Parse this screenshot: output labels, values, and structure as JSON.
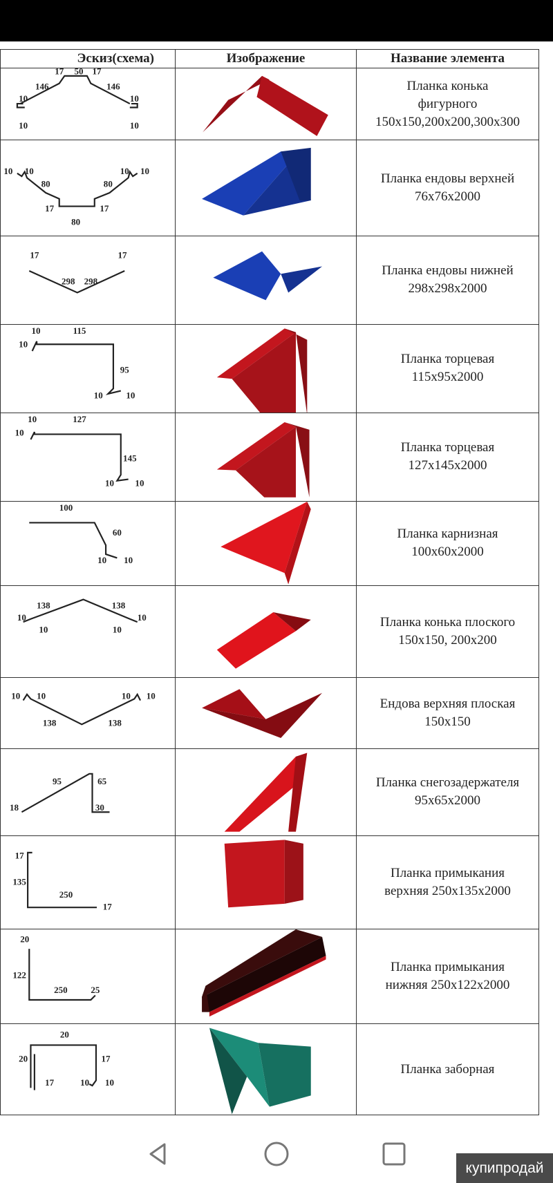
{
  "header": {
    "col1": "Эскиз(схема)",
    "col2": "Изображение",
    "col3": "Название элемента"
  },
  "colors": {
    "red": "#c3161e",
    "darkred": "#a50f17",
    "blue": "#1a3fb5",
    "green": "#1c8c78",
    "gray": "#9a9a9a",
    "brown": "#3a0c0c"
  },
  "rows": [
    {
      "name_lines": [
        "Планка конька",
        "фигурного",
        "150x150,200x200,300x300"
      ],
      "dims": [
        "17",
        "50",
        "17",
        "146",
        "146",
        "10",
        "10",
        "10",
        "10"
      ],
      "color": "#b0121b"
    },
    {
      "name_lines": [
        "Планка ендовы верхней",
        "76x76x2000"
      ],
      "dims": [
        "10",
        "10",
        "80",
        "80",
        "10",
        "10",
        "17",
        "17",
        "80"
      ],
      "color": "#1a3fb5"
    },
    {
      "name_lines": [
        "Планка ендовы нижней",
        "298x298x2000"
      ],
      "dims": [
        "17",
        "17",
        "298",
        "298"
      ],
      "color": "#1a3fb5"
    },
    {
      "name_lines": [
        "Планка торцевая",
        "115x95x2000"
      ],
      "dims": [
        "10",
        "115",
        "10",
        "95",
        "10",
        "10"
      ],
      "color": "#c3161e"
    },
    {
      "name_lines": [
        "Планка торцевая",
        "127x145x2000"
      ],
      "dims": [
        "10",
        "127",
        "10",
        "145",
        "10",
        "10"
      ],
      "color": "#c3161e"
    },
    {
      "name_lines": [
        "Планка карнизная",
        "100x60x2000"
      ],
      "dims": [
        "100",
        "60",
        "10",
        "10"
      ],
      "color": "#e0161e"
    },
    {
      "name_lines": [
        "Планка конька плоского",
        "150x150, 200x200"
      ],
      "dims": [
        "138",
        "138",
        "10",
        "10",
        "10",
        "10"
      ],
      "color": "#e0141c"
    },
    {
      "name_lines": [
        "Ендова верхняя плоская",
        "150x150"
      ],
      "dims": [
        "10",
        "10",
        "10",
        "10",
        "138",
        "138"
      ],
      "color": "#a50f17"
    },
    {
      "name_lines": [
        "Планка снегозадержателя",
        "95x65x2000"
      ],
      "dims": [
        "95",
        "65",
        "18",
        "30"
      ],
      "color": "#d8141c"
    },
    {
      "name_lines": [
        "Планка примыкания",
        "верхняя 250x135x2000"
      ],
      "dims": [
        "17",
        "135",
        "250",
        "17"
      ],
      "color": "#c3161e"
    },
    {
      "name_lines": [
        "Планка примыкания",
        "нижняя 250x122x2000"
      ],
      "dims": [
        "20",
        "122",
        "250",
        "25"
      ],
      "color": "#3a0c0c"
    },
    {
      "name_lines": [
        "Планка заборная"
      ],
      "dims": [
        "20",
        "20",
        "17",
        "17",
        "10",
        "10"
      ],
      "color": "#1c8c78"
    }
  ],
  "nav": {
    "back": "back-button",
    "home": "home-button",
    "recents": "recents-button"
  },
  "watermark": "купипродай"
}
